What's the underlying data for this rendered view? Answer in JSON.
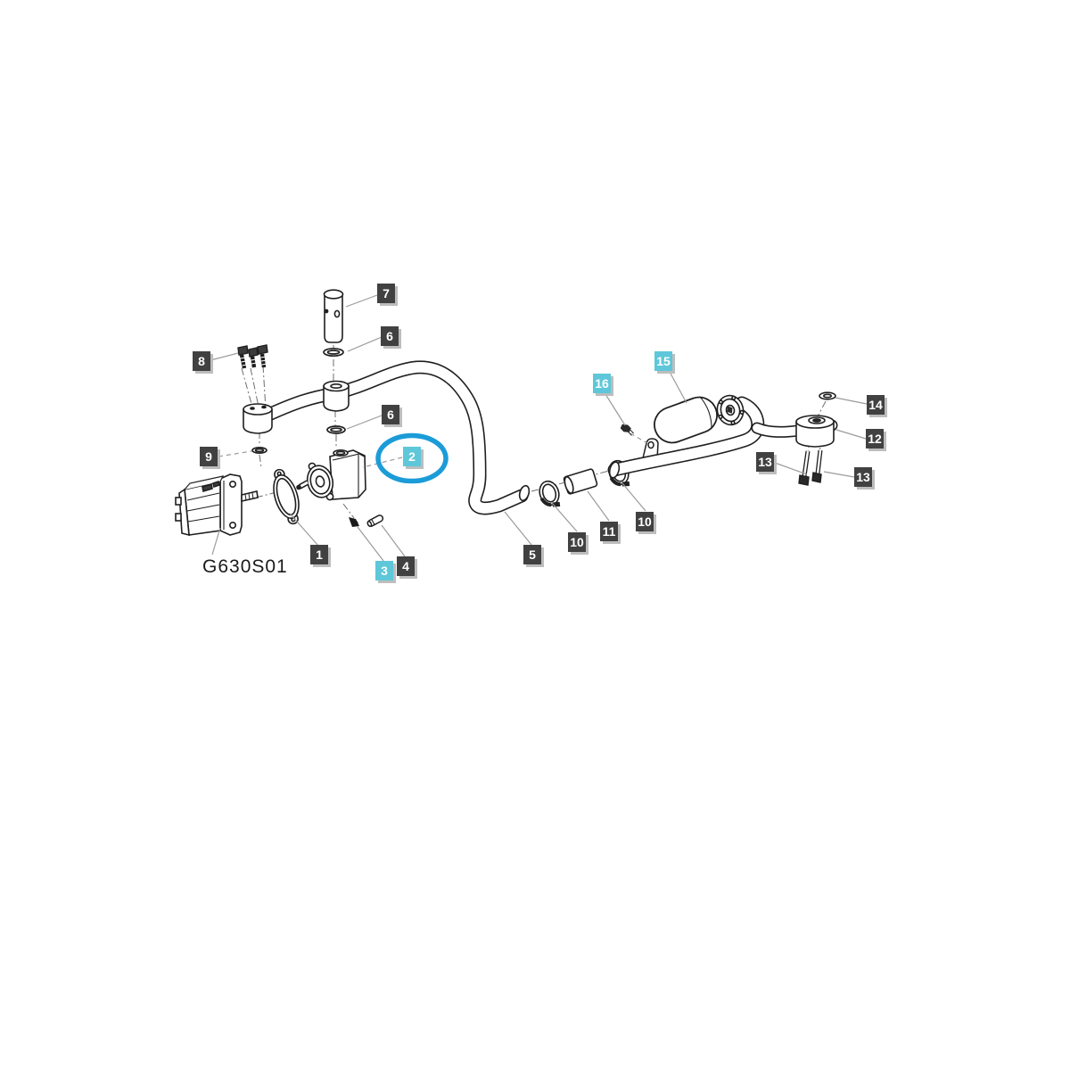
{
  "diagram": {
    "figure_code": "G630S01",
    "highlighted_part": "2",
    "colors": {
      "callout_default_bg": "#414141",
      "callout_highlight_bg": "#5ec7d9",
      "callout_text": "#ffffff",
      "highlight_ring": "#1b9cd8",
      "line_art": "#1f1f1f",
      "leader_line": "#9b9b9b"
    },
    "callouts": [
      {
        "label": "7",
        "variant": "dark"
      },
      {
        "label": "6",
        "variant": "dark"
      },
      {
        "label": "8",
        "variant": "dark"
      },
      {
        "label": "6",
        "variant": "dark"
      },
      {
        "label": "9",
        "variant": "dark"
      },
      {
        "label": "2",
        "variant": "highlight"
      },
      {
        "label": "1",
        "variant": "dark"
      },
      {
        "label": "3",
        "variant": "highlight"
      },
      {
        "label": "4",
        "variant": "dark"
      },
      {
        "label": "5",
        "variant": "dark"
      },
      {
        "label": "10",
        "variant": "dark"
      },
      {
        "label": "11",
        "variant": "dark"
      },
      {
        "label": "10",
        "variant": "dark"
      },
      {
        "label": "15",
        "variant": "highlight"
      },
      {
        "label": "16",
        "variant": "highlight"
      },
      {
        "label": "14",
        "variant": "dark"
      },
      {
        "label": "12",
        "variant": "dark"
      },
      {
        "label": "13",
        "variant": "dark"
      },
      {
        "label": "13",
        "variant": "dark"
      }
    ]
  }
}
